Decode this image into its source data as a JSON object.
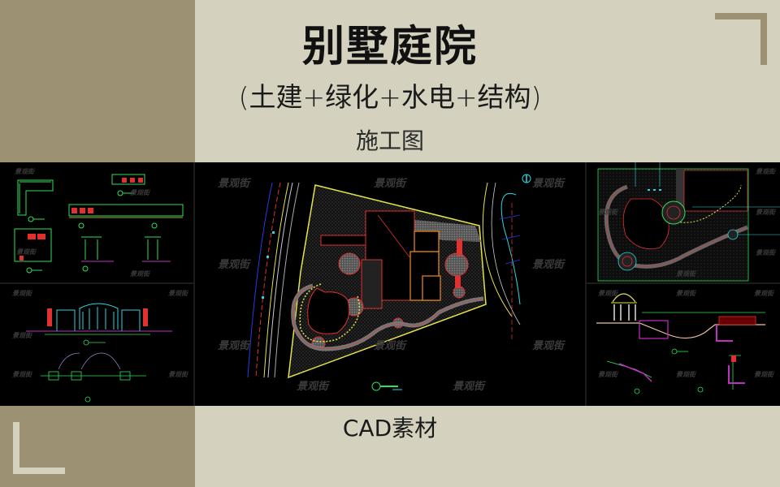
{
  "header": {
    "title": "别墅庭院",
    "subtitle": "(土建+绿化+水电+结构)",
    "subtitle2": "施工图"
  },
  "footer": {
    "label": "CAD素材"
  },
  "watermark": "景观街",
  "colors": {
    "background": "#d4d2be",
    "accent_tan": "#9c9172",
    "cad_background": "#000000",
    "cad_yellow": "#e6e24a",
    "cad_red": "#e03030",
    "cad_orange": "#f08a1c",
    "cad_cyan": "#2ad6e0",
    "cad_green": "#2ee05a",
    "cad_blue": "#2a3ae0",
    "cad_magenta": "#c030c0"
  },
  "panels": [
    {
      "id": "left-top",
      "description": "Wall/planter detail sections"
    },
    {
      "id": "left-bottom",
      "description": "Entrance gate elevation and plan"
    },
    {
      "id": "center",
      "description": "Villa courtyard master plan"
    },
    {
      "id": "right-top",
      "description": "Garden pond and path plan"
    },
    {
      "id": "right-bottom",
      "description": "Pavilion and waterfall section"
    }
  ]
}
